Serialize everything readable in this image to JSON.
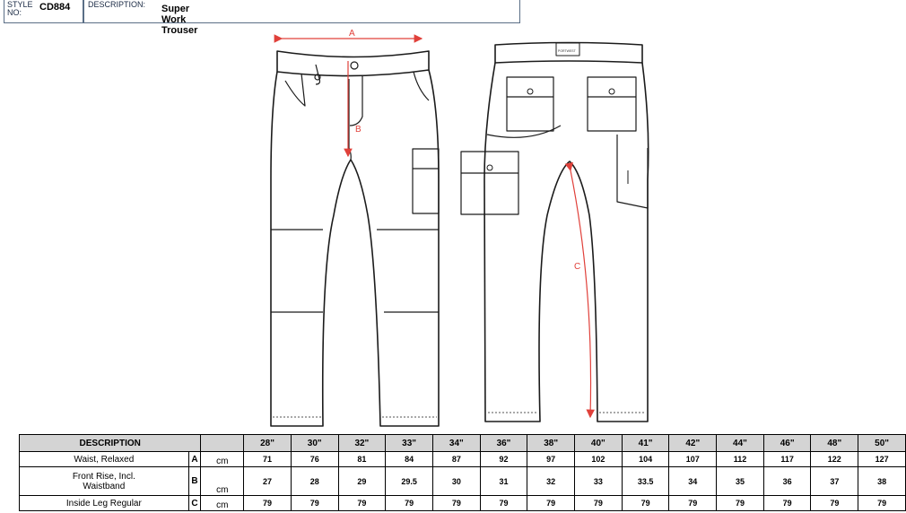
{
  "header": {
    "style_no_label": "STYLE\nNO:",
    "style_no_label_line1": "STYLE",
    "style_no_label_line2": "NO:",
    "style_no_value": "CD884",
    "description_label": "DESCRIPTION:",
    "description_value": "Super Work Trouser"
  },
  "drawing": {
    "measure_a": "A",
    "measure_b": "B",
    "measure_c": "C",
    "brand_tag": "PORTWEST",
    "measure_color": "#e0403a"
  },
  "table": {
    "header_description": "DESCRIPTION",
    "sizes": [
      "28\"",
      "30\"",
      "32\"",
      "33\"",
      "34\"",
      "36\"",
      "38\"",
      "40\"",
      "41\"",
      "42\"",
      "44\"",
      "46\"",
      "48\"",
      "50\""
    ],
    "rows": [
      {
        "description": "Waist, Relaxed",
        "code": "A",
        "unit": "cm",
        "values": [
          "71",
          "76",
          "81",
          "84",
          "87",
          "92",
          "97",
          "102",
          "104",
          "107",
          "112",
          "117",
          "122",
          "127"
        ]
      },
      {
        "description_line1": "Front Rise, Incl.",
        "description_line2": "Waistband",
        "code": "B",
        "unit": "cm",
        "values": [
          "27",
          "28",
          "29",
          "29.5",
          "30",
          "31",
          "32",
          "33",
          "33.5",
          "34",
          "35",
          "36",
          "37",
          "38"
        ]
      },
      {
        "description": "Inside Leg Regular",
        "code": "C",
        "unit": "cm",
        "values": [
          "79",
          "79",
          "79",
          "79",
          "79",
          "79",
          "79",
          "79",
          "79",
          "79",
          "79",
          "79",
          "79",
          "79"
        ]
      }
    ]
  }
}
